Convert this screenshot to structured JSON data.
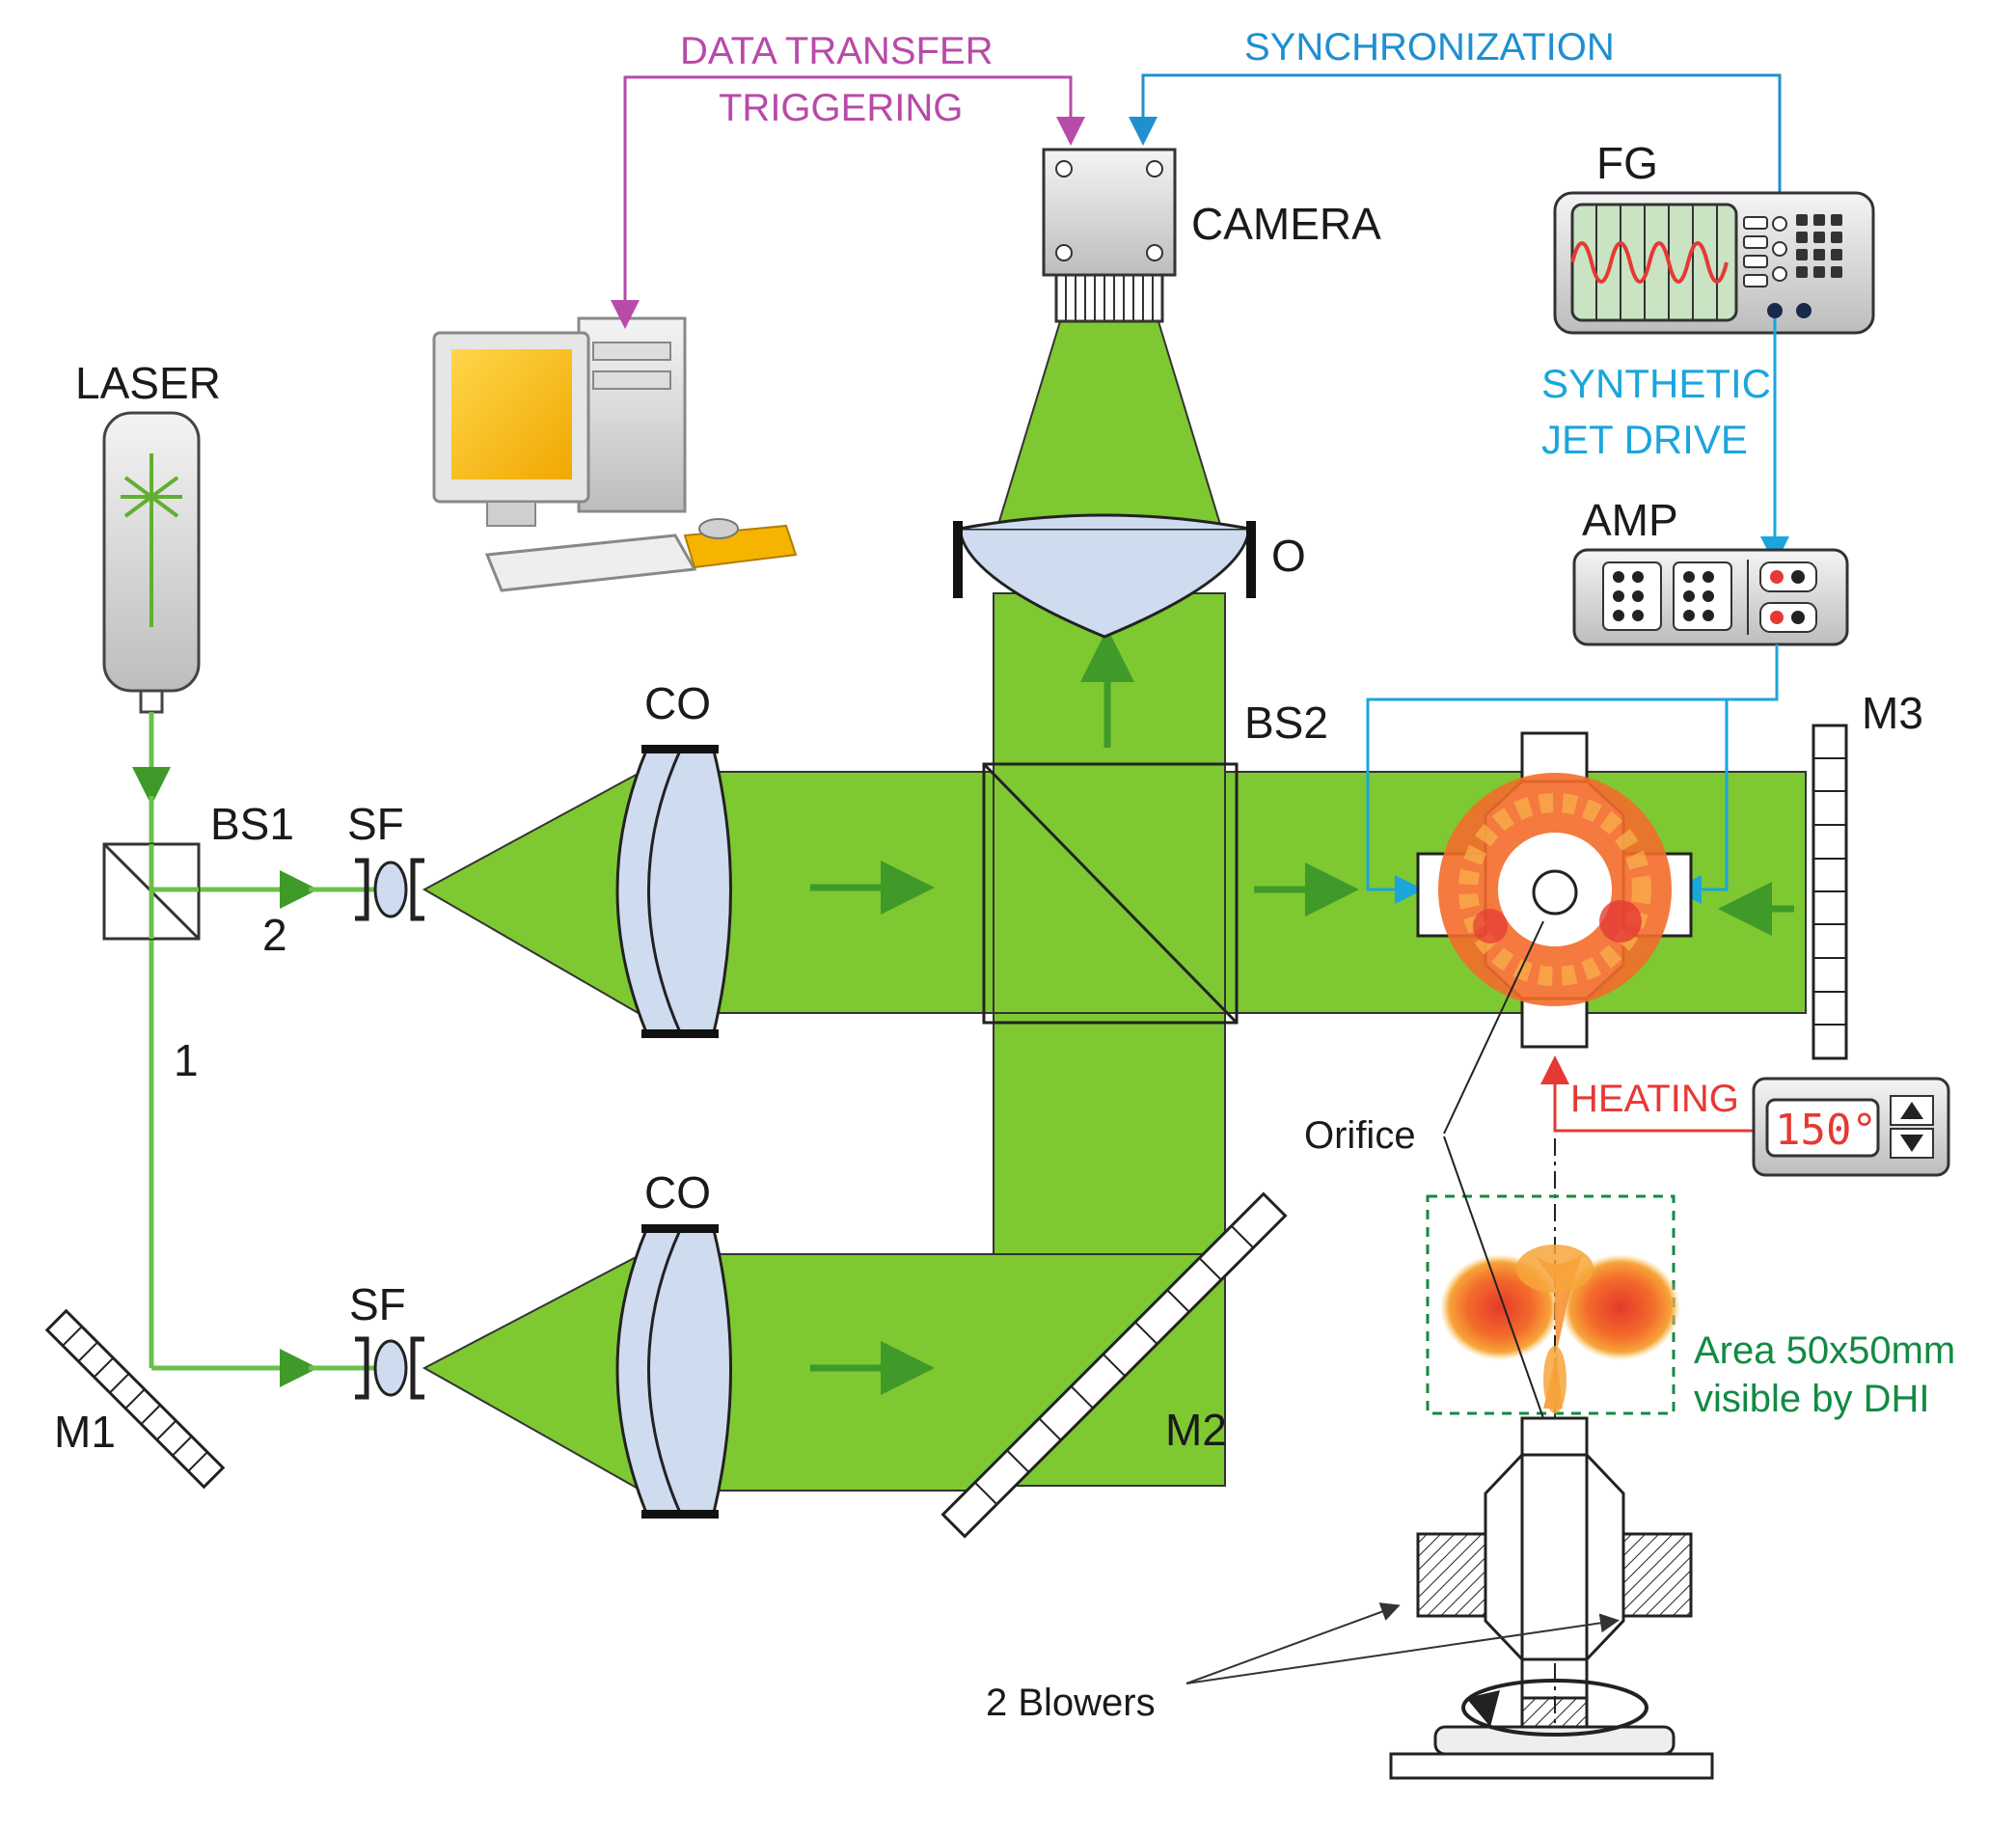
{
  "labels": {
    "data_transfer": "DATA TRANSFER",
    "triggering": "TRIGGERING",
    "synchronization": "SYNCHRONIZATION",
    "camera": "CAMERA",
    "fg": "FG",
    "laser": "LASER",
    "synthetic": "SYNTHETIC",
    "jet_drive": "JET DRIVE",
    "amp": "AMP",
    "objective": "O",
    "co_top": "CO",
    "co_bottom": "CO",
    "bs1": "BS1",
    "bs2": "BS2",
    "sf_top": "SF",
    "sf_bottom": "SF",
    "m1": "M1",
    "m2": "M2",
    "m3": "M3",
    "beam_1": "1",
    "beam_2": "2",
    "heating": "HEATING",
    "temperature": "150°",
    "orifice": "Orifice",
    "area_line1": "Area 50x50mm",
    "area_line2": "visible by DHI",
    "blowers": "2 Blowers"
  },
  "colors": {
    "beam_green": "#7ec832",
    "beam_line": "#5fb030",
    "data_magenta": "#b84aa8",
    "sync_blue": "#1f8fd0",
    "drive_cyan": "#1aa6dc",
    "heating_red": "#e53935",
    "area_box_green": "#138a43"
  },
  "icons": [
    "camera-icon",
    "computer-icon",
    "function-generator-icon",
    "amplifier-icon",
    "laser-icon",
    "temperature-controller-icon",
    "rotation-arrow-icon"
  ]
}
